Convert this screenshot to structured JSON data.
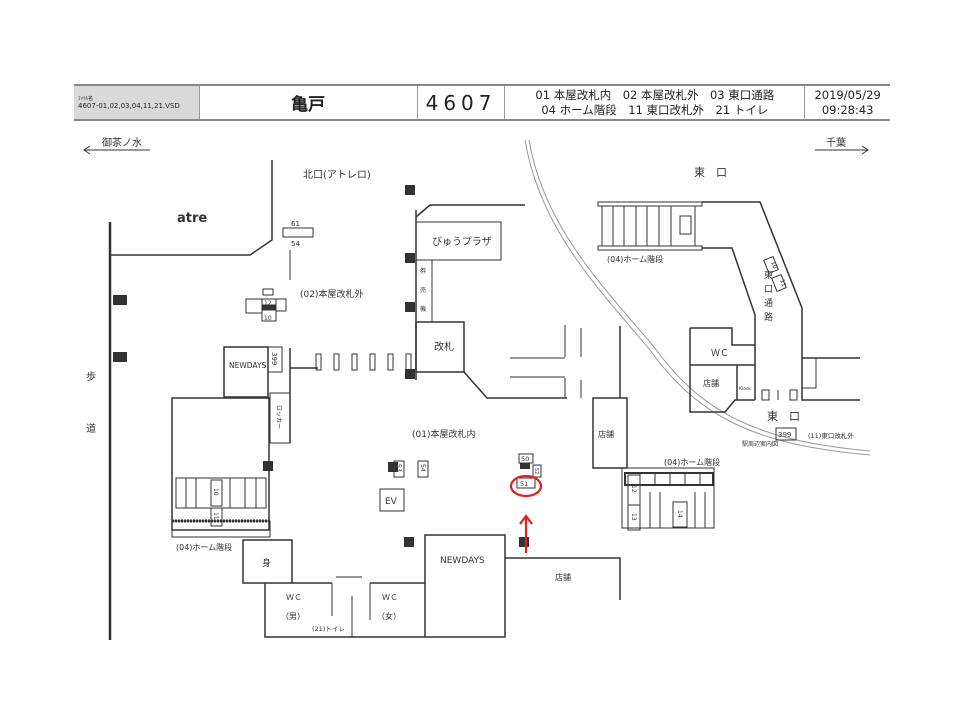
{
  "header": {
    "file_label": "ﾌｧｲﾙ名",
    "file_name": "4607-01,02,03,04,11,21.VSD",
    "station": "亀戸",
    "code": "4607",
    "areas_line1": "01 本屋改札内　02 本屋改札外　03 東口通路",
    "areas_line2": "04 ホーム階段　11 東口改札外　21 トイレ",
    "date": "2019/05/29",
    "time": "09:28:43"
  },
  "map": {
    "dir_left": "御茶ノ水",
    "dir_right": "千葉",
    "north_exit": "北口(アトレロ)",
    "atre": "atre",
    "east_exit_top": "東　口",
    "east_exit_bottom": "東　口",
    "view_plaza": "びゅうプラザ",
    "ticket_machine": [
      "券",
      "売",
      "機"
    ],
    "ticket_gate": "改札",
    "area_02": "(02)本屋改札外",
    "area_01": "(01)本屋改札内",
    "area_04_a": "(04)ホーム階段",
    "area_04_b": "(04)ホーム階段",
    "area_04_c": "(04)ホーム階段",
    "area_03": [
      "東",
      "口",
      "通",
      "路"
    ],
    "area_11": "(11)東口改札外",
    "area_21": "(21)トイレ",
    "sidewalk": [
      "歩",
      "道"
    ],
    "newdays_1": "NEWDAYS",
    "newdays_2": "NEWDAYS",
    "locker": "ロッカー",
    "ev": "EV",
    "wc_east": "ＷＣ",
    "wc_m": "ＷＣ",
    "wc_m_sub": "（男）",
    "wc_f": "ＷＣ",
    "wc_f_sub": "（女）",
    "multi": "身",
    "shop_1": "店舗",
    "shop_2": "店舗",
    "shop_3": "店舗",
    "kiosk": "Kiosk",
    "guide": "駅周辺案内図",
    "box_labels": {
      "b61": "61",
      "b54": "54",
      "b12": "12",
      "b10": "10",
      "b399a": "399",
      "b399b": "399",
      "b53": "53",
      "b54b": "54",
      "b50": "50",
      "b51": "51",
      "b52": "52",
      "s10": "10",
      "s11": "11",
      "e10": "10",
      "e11": "11",
      "e12": "12",
      "e13": "13",
      "e14": "14"
    }
  },
  "colors": {
    "highlight": "#e02020",
    "wall": "#333333"
  }
}
